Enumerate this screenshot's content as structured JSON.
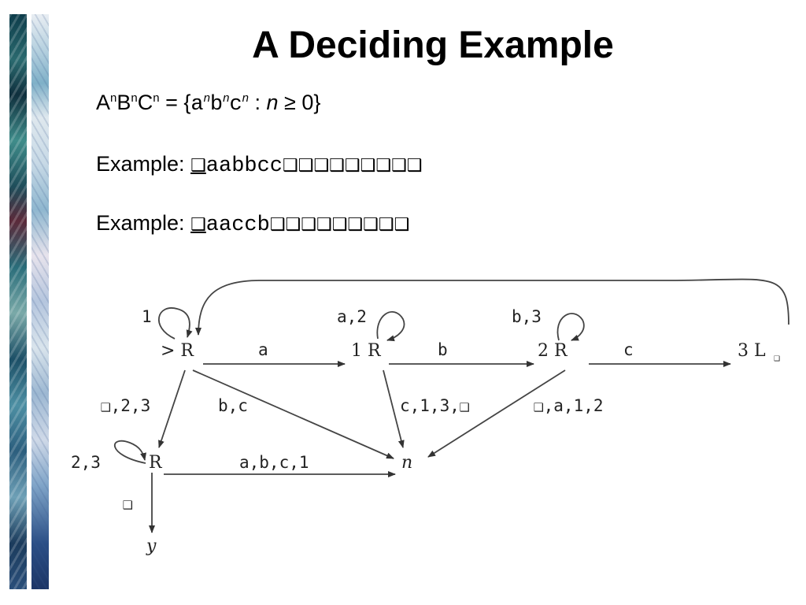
{
  "title": "A Deciding Example",
  "definition": {
    "lang_A": "A",
    "sup1": "n",
    "lang_B": "B",
    "sup2": "n",
    "lang_C": "C",
    "sup3": "n",
    "eq": " = {",
    "a": "a",
    "s1": "n",
    "b": "b",
    "s2": "n",
    "c": "c",
    "s3": "n",
    "colon": " : ",
    "n": "n",
    "geq": " ≥ 0}"
  },
  "example1": {
    "label": "Example: ",
    "blank": "❑",
    "input": "aabbcc",
    "trail": "❑❑❑❑❑❑❑❑❑"
  },
  "example2": {
    "label": "Example: ",
    "blank": "❑",
    "input": "aaccb",
    "trail": "❑❑❑❑❑❑❑❑❑"
  },
  "diagram": {
    "states": {
      "start": "> R",
      "r1": "1 R",
      "r2": "2 R",
      "l3": "3 L",
      "l3_sub": "❑",
      "r_low": "R",
      "n": "n",
      "y": "y"
    },
    "edges": {
      "loop_start": "1",
      "start_r1": "a",
      "loop_r1": "a,2",
      "r1_r2": "b",
      "loop_r2": "b,3",
      "r2_l3": "c",
      "start_low": "❑,2,3",
      "start_n": "b,c",
      "r1_n": "c,1,3,❑",
      "r2_n": "❑,a,1,2",
      "loop_low": "2,3",
      "low_n": "a,b,c,1",
      "low_y": "❑"
    }
  }
}
